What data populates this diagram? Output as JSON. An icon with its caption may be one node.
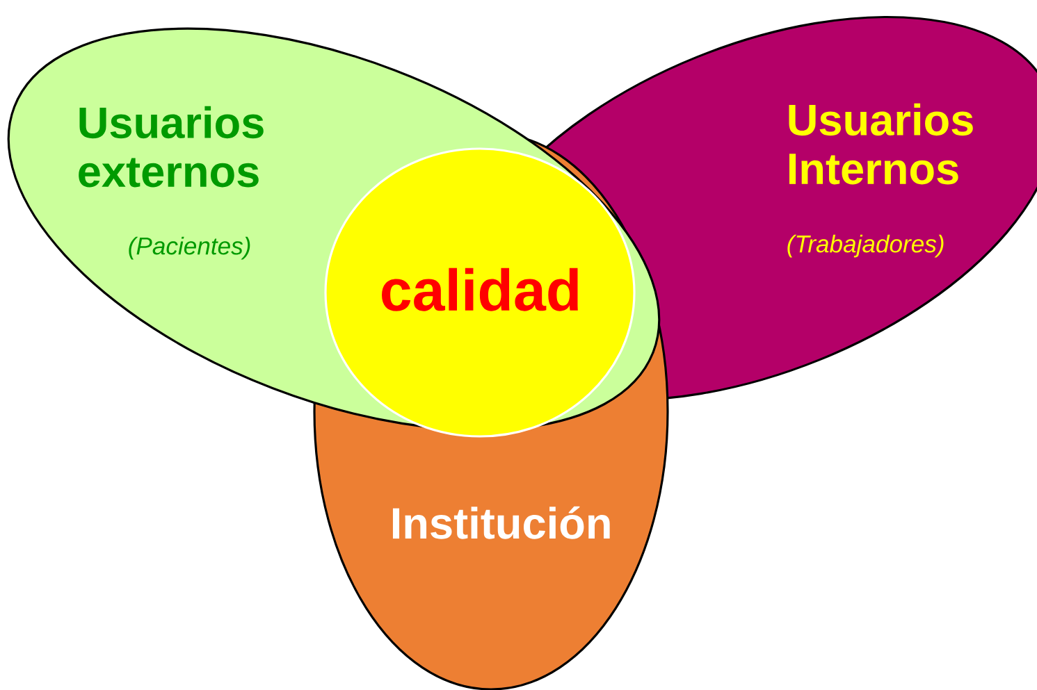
{
  "diagram": {
    "nodes": [
      {
        "text": [
          "Usuarios externos",
          "(Pacientes)"
        ]
      },
      {
        "text": [
          "Usuarios Internos",
          "(Trabajadores)"
        ]
      },
      {
        "text": [
          "Institución"
        ]
      },
      {
        "text": [
          "calidad"
        ]
      }
    ]
  }
}
